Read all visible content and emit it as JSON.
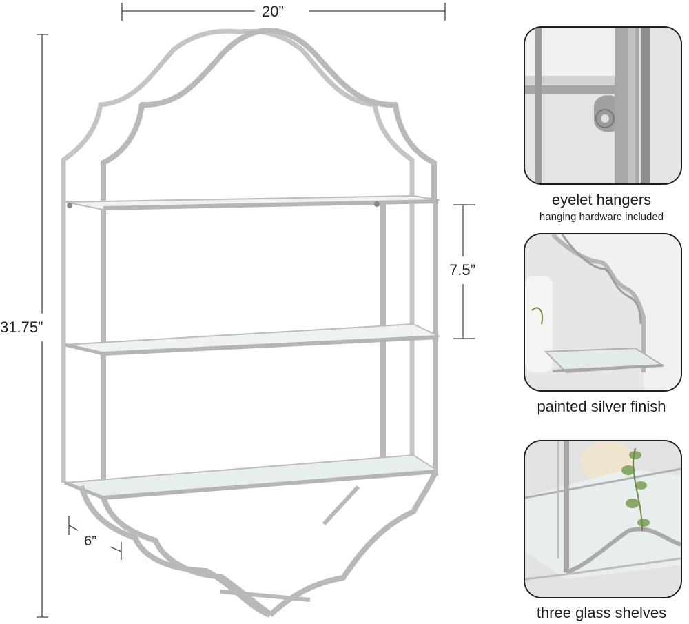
{
  "dimensions": {
    "width": "20”",
    "height": "31.75”",
    "shelf_spacing": "7.5”",
    "depth": "6”"
  },
  "features": [
    {
      "title": "eyelet hangers",
      "subtitle": "hanging hardware included",
      "icon": "eyelet-hanger-detail"
    },
    {
      "title": "painted silver finish",
      "icon": "silver-finish-detail"
    },
    {
      "title": "three glass shelves",
      "icon": "glass-shelves-detail"
    }
  ],
  "colors": {
    "metal": "#c3c3c3",
    "metal_dark": "#9a9a9a",
    "glass": "#e8f0ef",
    "panel_border": "#1e1e1e",
    "background": "#ffffff"
  }
}
